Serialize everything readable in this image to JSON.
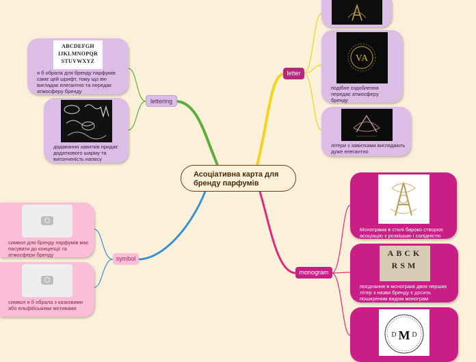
{
  "center": {
    "title": "Асоціативна карта для бренду парфумів"
  },
  "branches": {
    "lettering": {
      "label": "lettering",
      "items": [
        {
          "caption": "я б обрала для бренду парфумів саме цей шрифт, тому що він вигладає елегантно та передає атмосферу бренду",
          "image": "alphabet-font-sample",
          "image_text": [
            "ABCDEFGH",
            "IJKLMNOPQR",
            "STUVWXYZ"
          ]
        },
        {
          "caption": "додавання завитків придає додаткового шарму та витонченість напису",
          "image": "swirl-lettering-samples"
        }
      ]
    },
    "letter": {
      "label": "letter",
      "items": [
        {
          "caption": "",
          "image": "ornate-letter-a"
        },
        {
          "caption": "подібне оздоблення передає атмосферу бренду",
          "image": "gold-monogram-va",
          "image_text": "VA"
        },
        {
          "caption": "літери з завитками виглядають дуже елегантно",
          "image": "script-monogram"
        }
      ]
    },
    "symbol": {
      "label": "symbol",
      "items": [
        {
          "caption": "символ для бренду парфумів має пасувати до концепції та атмосфери бренду",
          "image": "image-placeholder"
        },
        {
          "caption": "символ я б обрала з казковими або ельфійськими мотивами",
          "image": "image-placeholder"
        }
      ]
    },
    "monogram": {
      "label": "monogram",
      "items": [
        {
          "caption": "Монограма в стилі бароко створює асоціацію з розкішшю і солідністю",
          "image": "baroque-monogram"
        },
        {
          "caption": "поєднання в монограмі двох перших літер з назви бренду є досить поширеним видом монограм",
          "image": "monogram-letters-sheet",
          "image_text": [
            "A",
            "B",
            "C",
            "K",
            "R",
            "S",
            "M"
          ]
        },
        {
          "caption": "",
          "image": "dmd-circle-monogram",
          "image_text": [
            "D",
            "M",
            "D"
          ]
        }
      ]
    }
  },
  "colors": {
    "lettering": "#5cae3a",
    "letter": "#f5d21c",
    "symbol": "#3a8fd0",
    "monogram": "#e0287a"
  }
}
